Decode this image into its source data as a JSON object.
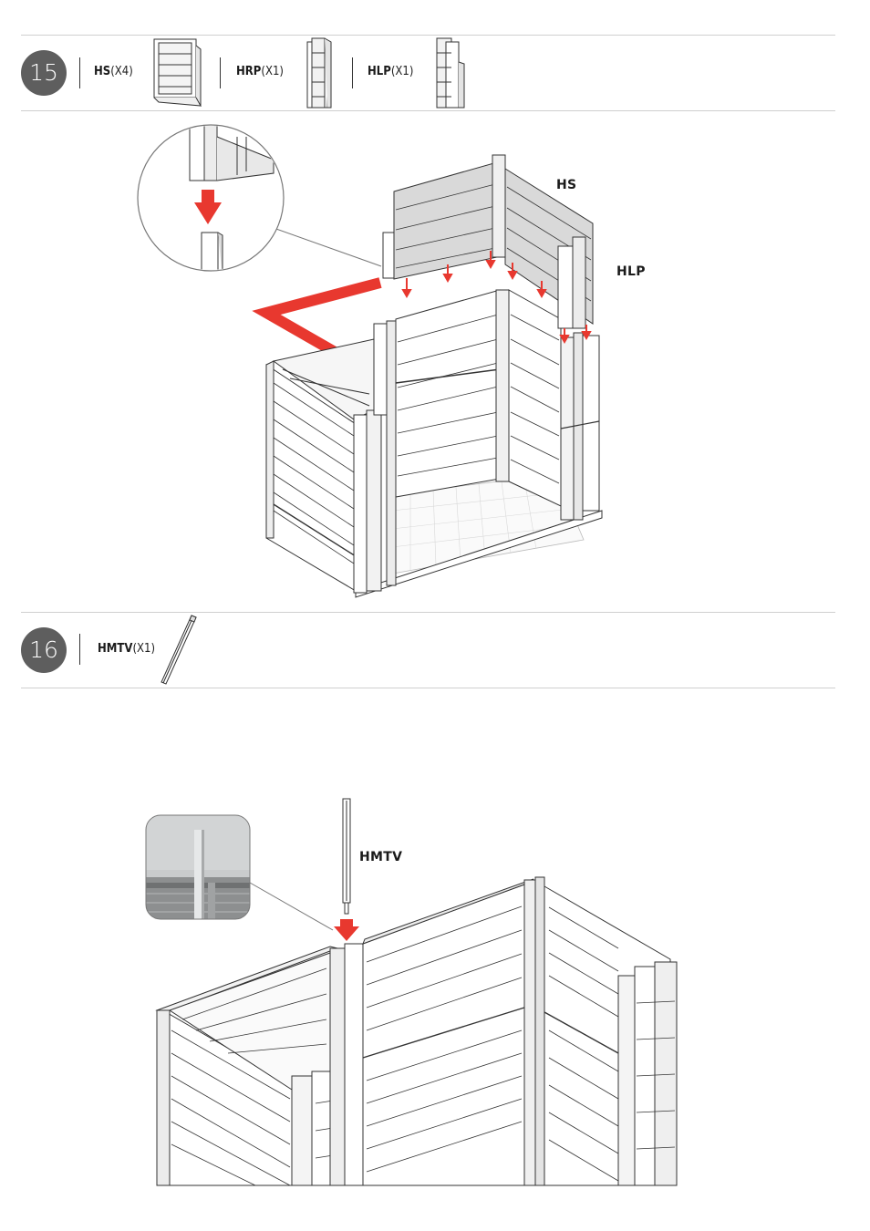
{
  "step15": {
    "number": "15",
    "parts": [
      {
        "code": "HS",
        "qty": "(X4)"
      },
      {
        "code": "HRP",
        "qty": "(X1)"
      },
      {
        "code": "HLP",
        "qty": "(X1)"
      }
    ],
    "callouts": {
      "hs": "HS",
      "hlp": "HLP"
    }
  },
  "step16": {
    "number": "16",
    "parts": [
      {
        "code": "HMTV",
        "qty": "(X1)"
      }
    ],
    "callouts": {
      "hmtv": "HMTV"
    }
  },
  "colors": {
    "accent": "#e8382f",
    "badge": "#5e5e5e",
    "line": "#333333",
    "panel": "#d9d9d9"
  }
}
